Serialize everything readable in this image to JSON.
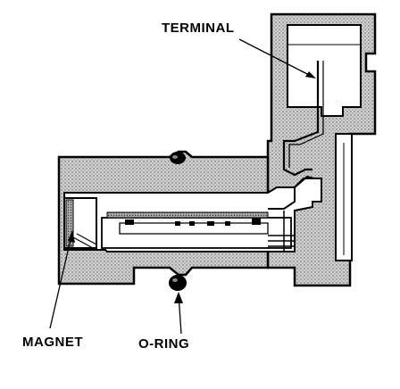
{
  "labels": {
    "terminal": "TERMINAL",
    "magnet": "MAGNET",
    "o_ring": "O-RING"
  },
  "colors": {
    "line": "#000000",
    "hatch_fill": "#c9c9c9",
    "background": "#ffffff"
  }
}
